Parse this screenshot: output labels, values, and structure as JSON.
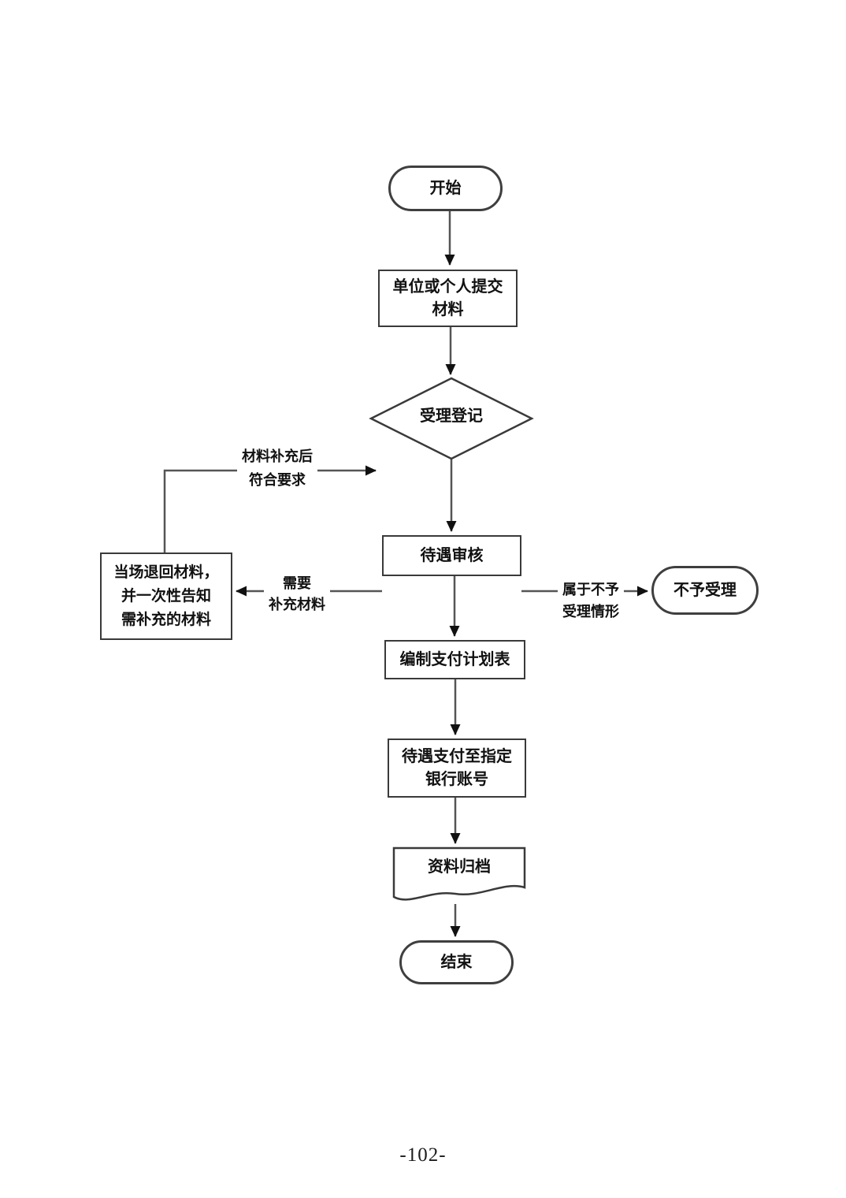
{
  "page": {
    "number_label": "-102-"
  },
  "flowchart": {
    "colors": {
      "line": "#555555",
      "border": "#3a3a3a",
      "arrowhead": "#111111",
      "text": "#111111",
      "background": "#ffffff"
    },
    "nodes": {
      "start": {
        "type": "stadium",
        "label": "开始"
      },
      "submit": {
        "type": "process",
        "lines": [
          "单位或个人提交",
          "材料"
        ]
      },
      "decision": {
        "type": "decision",
        "label": "受理登记"
      },
      "review": {
        "type": "process",
        "label": "待遇审核"
      },
      "plan": {
        "type": "process",
        "label": "编制支付计划表"
      },
      "pay": {
        "type": "process",
        "lines": [
          "待遇支付至指定",
          "银行账号"
        ]
      },
      "archive": {
        "type": "document",
        "label": "资料归档"
      },
      "end": {
        "type": "stadium",
        "label": "结束"
      },
      "return_box": {
        "type": "process",
        "lines": [
          "当场退回材料，",
          "并一次性告知",
          "需补充的材料"
        ]
      },
      "reject": {
        "type": "stadium",
        "label": "不予受理"
      }
    },
    "edge_labels": {
      "resubmit": {
        "lines": [
          "材料补充后",
          "符合要求"
        ]
      },
      "need_supplement": {
        "lines": [
          "需要",
          "补充材料"
        ]
      },
      "not_accept": {
        "lines": [
          "属于不予",
          "受理情形"
        ]
      }
    }
  }
}
